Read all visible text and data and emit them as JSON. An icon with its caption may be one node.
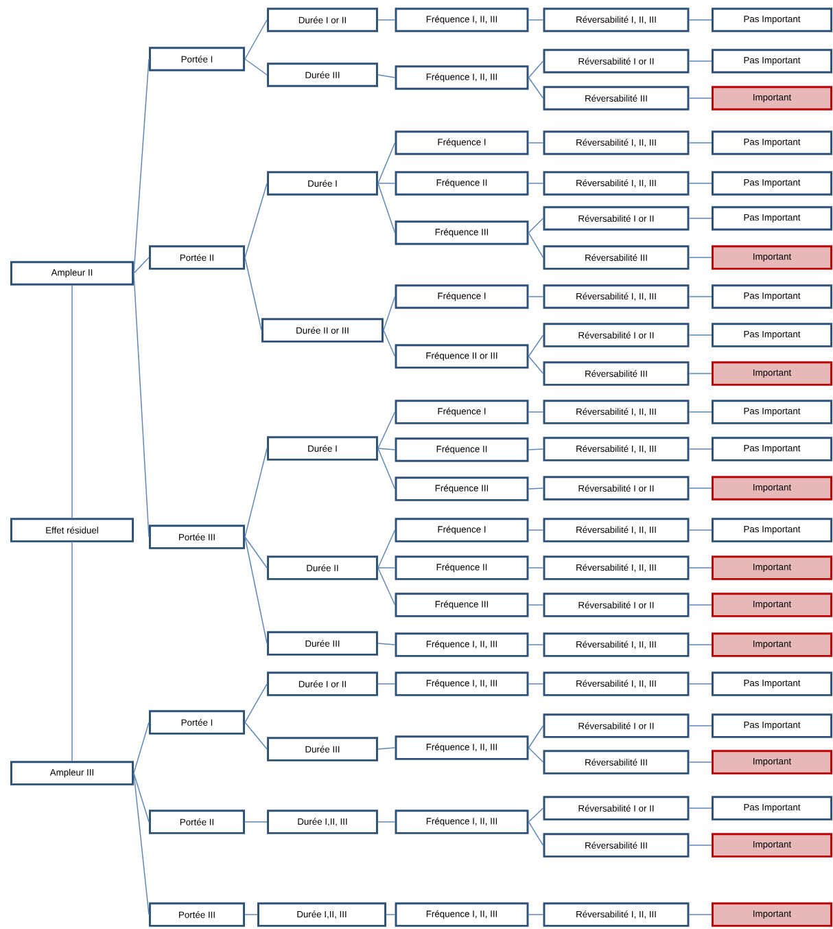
{
  "diagram": {
    "nodes": [
      {
        "text": [
          "Effet résiduel"
        ]
      },
      {
        "text": [
          "Ampleur II"
        ]
      },
      {
        "text": [
          "Ampleur III"
        ]
      },
      {
        "text": [
          "Portée I"
        ]
      },
      {
        "text": [
          "Durée I or II"
        ]
      },
      {
        "text": [
          "Fréquence I, II, III"
        ]
      },
      {
        "text": [
          "Réversabilité I, II, III"
        ]
      },
      {
        "text": [
          "Pas Important"
        ]
      },
      {
        "text": [
          "Durée III"
        ]
      },
      {
        "text": [
          "Fréquence I, II, III"
        ]
      },
      {
        "text": [
          "Réversabilité I or II"
        ]
      },
      {
        "text": [
          "Pas Important"
        ]
      },
      {
        "text": [
          "Réversabilité III"
        ]
      },
      {
        "text": [
          "Important"
        ]
      },
      {
        "text": [
          "Portée II"
        ]
      },
      {
        "text": [
          "Durée I"
        ]
      },
      {
        "text": [
          "Fréquence I"
        ]
      },
      {
        "text": [
          "Réversabilité I, II, III"
        ]
      },
      {
        "text": [
          "Pas Important"
        ]
      },
      {
        "text": [
          "Fréquence II"
        ]
      },
      {
        "text": [
          "Réversabilité I, II, III"
        ]
      },
      {
        "text": [
          "Pas Important"
        ]
      },
      {
        "text": [
          "Fréquence III"
        ]
      },
      {
        "text": [
          "Réversabilité I or II"
        ]
      },
      {
        "text": [
          "Pas Important"
        ]
      },
      {
        "text": [
          "Réversabilité III"
        ]
      },
      {
        "text": [
          "Important"
        ]
      },
      {
        "text": [
          "Durée II or III"
        ]
      },
      {
        "text": [
          "Fréquence I"
        ]
      },
      {
        "text": [
          "Réversabilité I, II, III"
        ]
      },
      {
        "text": [
          "Pas Important"
        ]
      },
      {
        "text": [
          "Fréquence II or III"
        ]
      },
      {
        "text": [
          "Réversabilité I or II"
        ]
      },
      {
        "text": [
          "Pas Important"
        ]
      },
      {
        "text": [
          "Réversabilité III"
        ]
      },
      {
        "text": [
          "Important"
        ]
      },
      {
        "text": [
          "Portée III"
        ]
      },
      {
        "text": [
          "Durée I"
        ]
      },
      {
        "text": [
          "Fréquence I"
        ]
      },
      {
        "text": [
          "Réversabilité I, II, III"
        ]
      },
      {
        "text": [
          "Pas Important"
        ]
      },
      {
        "text": [
          "Fréquence II"
        ]
      },
      {
        "text": [
          "Réversabilité I, II, III"
        ]
      },
      {
        "text": [
          "Pas Important"
        ]
      },
      {
        "text": [
          "Fréquence III"
        ]
      },
      {
        "text": [
          "Réversabilité I or II"
        ]
      },
      {
        "text": [
          "Important"
        ]
      },
      {
        "text": [
          "Durée II"
        ]
      },
      {
        "text": [
          "Fréquence I"
        ]
      },
      {
        "text": [
          "Réversabilité I, II, III"
        ]
      },
      {
        "text": [
          "Pas Important"
        ]
      },
      {
        "text": [
          "Fréquence II"
        ]
      },
      {
        "text": [
          "Réversabilité I, II, III"
        ]
      },
      {
        "text": [
          "Important"
        ]
      },
      {
        "text": [
          "Fréquence III"
        ]
      },
      {
        "text": [
          "Réversabilité I or II"
        ]
      },
      {
        "text": [
          "Important"
        ]
      },
      {
        "text": [
          "Durée III"
        ]
      },
      {
        "text": [
          "Fréquence I, II, III"
        ]
      },
      {
        "text": [
          "Réversabilité I, II, III"
        ]
      },
      {
        "text": [
          "Important"
        ]
      },
      {
        "text": [
          "Portée I"
        ]
      },
      {
        "text": [
          "Durée I or II"
        ]
      },
      {
        "text": [
          "Fréquence I, II, III"
        ]
      },
      {
        "text": [
          "Réversabilité I, II, III"
        ]
      },
      {
        "text": [
          "Pas Important"
        ]
      },
      {
        "text": [
          "Durée III"
        ]
      },
      {
        "text": [
          "Fréquence I, II, III"
        ]
      },
      {
        "text": [
          "Réversabilité I or II"
        ]
      },
      {
        "text": [
          "Pas Important"
        ]
      },
      {
        "text": [
          "Réversabilité III"
        ]
      },
      {
        "text": [
          "Important"
        ]
      },
      {
        "text": [
          "Portée II"
        ]
      },
      {
        "text": [
          "Durée I,II, III"
        ]
      },
      {
        "text": [
          "Fréquence I, II, III"
        ]
      },
      {
        "text": [
          "Réversabilité I or II"
        ]
      },
      {
        "text": [
          "Pas Important"
        ]
      },
      {
        "text": [
          "Réversabilité III"
        ]
      },
      {
        "text": [
          "Important"
        ]
      },
      {
        "text": [
          "Portée III"
        ]
      },
      {
        "text": [
          "Durée I,II, III"
        ]
      },
      {
        "text": [
          "Fréquence I, II, III"
        ]
      },
      {
        "text": [
          "Réversabilité I, II, III"
        ]
      },
      {
        "text": [
          "Important"
        ]
      }
    ],
    "edges": [
      {
        "from": 0,
        "to": 1,
        "arrow": "none"
      },
      {
        "from": 0,
        "to": 2,
        "arrow": "none"
      },
      {
        "from": 1,
        "to": 3,
        "arrow": "none"
      },
      {
        "from": 3,
        "to": 4,
        "arrow": "none"
      },
      {
        "from": 4,
        "to": 5,
        "arrow": "none"
      },
      {
        "from": 5,
        "to": 6,
        "arrow": "none"
      },
      {
        "from": 6,
        "to": 7,
        "arrow": "none"
      },
      {
        "from": 3,
        "to": 8,
        "arrow": "none"
      },
      {
        "from": 8,
        "to": 9,
        "arrow": "none"
      },
      {
        "from": 9,
        "to": 10,
        "arrow": "none"
      },
      {
        "from": 10,
        "to": 11,
        "arrow": "none"
      },
      {
        "from": 9,
        "to": 12,
        "arrow": "none"
      },
      {
        "from": 12,
        "to": 13,
        "arrow": "none"
      },
      {
        "from": 1,
        "to": 14,
        "arrow": "none"
      },
      {
        "from": 14,
        "to": 15,
        "arrow": "none"
      },
      {
        "from": 15,
        "to": 16,
        "arrow": "none"
      },
      {
        "from": 16,
        "to": 17,
        "arrow": "none"
      },
      {
        "from": 17,
        "to": 18,
        "arrow": "none"
      },
      {
        "from": 15,
        "to": 19,
        "arrow": "none"
      },
      {
        "from": 19,
        "to": 20,
        "arrow": "none"
      },
      {
        "from": 20,
        "to": 21,
        "arrow": "none"
      },
      {
        "from": 15,
        "to": 22,
        "arrow": "none"
      },
      {
        "from": 22,
        "to": 23,
        "arrow": "none"
      },
      {
        "from": 23,
        "to": 24,
        "arrow": "none"
      },
      {
        "from": 22,
        "to": 25,
        "arrow": "none"
      },
      {
        "from": 25,
        "to": 26,
        "arrow": "none"
      },
      {
        "from": 14,
        "to": 27,
        "arrow": "none"
      },
      {
        "from": 27,
        "to": 28,
        "arrow": "none"
      },
      {
        "from": 28,
        "to": 29,
        "arrow": "none"
      },
      {
        "from": 29,
        "to": 30,
        "arrow": "none"
      },
      {
        "from": 27,
        "to": 31,
        "arrow": "none"
      },
      {
        "from": 31,
        "to": 32,
        "arrow": "none"
      },
      {
        "from": 32,
        "to": 33,
        "arrow": "none"
      },
      {
        "from": 31,
        "to": 34,
        "arrow": "none"
      },
      {
        "from": 34,
        "to": 35,
        "arrow": "none"
      },
      {
        "from": 1,
        "to": 36,
        "arrow": "none"
      },
      {
        "from": 36,
        "to": 37,
        "arrow": "none"
      },
      {
        "from": 37,
        "to": 38,
        "arrow": "none"
      },
      {
        "from": 38,
        "to": 39,
        "arrow": "none"
      },
      {
        "from": 39,
        "to": 40,
        "arrow": "none"
      },
      {
        "from": 37,
        "to": 41,
        "arrow": "none"
      },
      {
        "from": 41,
        "to": 42,
        "arrow": "none"
      },
      {
        "from": 42,
        "to": 43,
        "arrow": "none"
      },
      {
        "from": 37,
        "to": 44,
        "arrow": "none"
      },
      {
        "from": 44,
        "to": 45,
        "arrow": "none"
      },
      {
        "from": 45,
        "to": 46,
        "arrow": "none"
      },
      {
        "from": 36,
        "to": 47,
        "arrow": "none"
      },
      {
        "from": 47,
        "to": 48,
        "arrow": "none"
      },
      {
        "from": 48,
        "to": 49,
        "arrow": "none"
      },
      {
        "from": 49,
        "to": 50,
        "arrow": "none"
      },
      {
        "from": 47,
        "to": 51,
        "arrow": "none"
      },
      {
        "from": 51,
        "to": 52,
        "arrow": "none"
      },
      {
        "from": 52,
        "to": 53,
        "arrow": "none"
      },
      {
        "from": 47,
        "to": 54,
        "arrow": "none"
      },
      {
        "from": 54,
        "to": 55,
        "arrow": "none"
      },
      {
        "from": 55,
        "to": 56,
        "arrow": "none"
      },
      {
        "from": 36,
        "to": 57,
        "arrow": "none"
      },
      {
        "from": 57,
        "to": 58,
        "arrow": "none"
      },
      {
        "from": 58,
        "to": 59,
        "arrow": "none"
      },
      {
        "from": 59,
        "to": 60,
        "arrow": "none"
      },
      {
        "from": 2,
        "to": 61,
        "arrow": "none"
      },
      {
        "from": 61,
        "to": 62,
        "arrow": "none"
      },
      {
        "from": 62,
        "to": 63,
        "arrow": "none"
      },
      {
        "from": 63,
        "to": 64,
        "arrow": "none"
      },
      {
        "from": 64,
        "to": 65,
        "arrow": "none"
      },
      {
        "from": 61,
        "to": 66,
        "arrow": "none"
      },
      {
        "from": 66,
        "to": 67,
        "arrow": "none"
      },
      {
        "from": 67,
        "to": 68,
        "arrow": "none"
      },
      {
        "from": 68,
        "to": 69,
        "arrow": "none"
      },
      {
        "from": 67,
        "to": 70,
        "arrow": "none"
      },
      {
        "from": 70,
        "to": 71,
        "arrow": "none"
      },
      {
        "from": 2,
        "to": 72,
        "arrow": "none"
      },
      {
        "from": 72,
        "to": 73,
        "arrow": "none"
      },
      {
        "from": 73,
        "to": 74,
        "arrow": "none"
      },
      {
        "from": 74,
        "to": 75,
        "arrow": "none"
      },
      {
        "from": 75,
        "to": 76,
        "arrow": "none"
      },
      {
        "from": 74,
        "to": 77,
        "arrow": "none"
      },
      {
        "from": 77,
        "to": 78,
        "arrow": "none"
      },
      {
        "from": 2,
        "to": 79,
        "arrow": "none"
      },
      {
        "from": 79,
        "to": 80,
        "arrow": "none"
      },
      {
        "from": 80,
        "to": 81,
        "arrow": "none"
      },
      {
        "from": 81,
        "to": 82,
        "arrow": "none"
      },
      {
        "from": 82,
        "to": 83,
        "arrow": "none"
      }
    ]
  }
}
